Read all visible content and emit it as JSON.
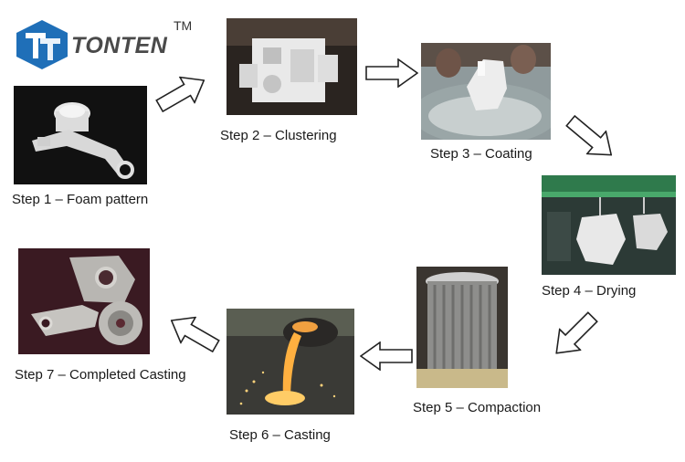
{
  "logo": {
    "text": "TONTEN",
    "trademark": "TM",
    "icon": "tonten-hexagon-logo"
  },
  "steps": [
    {
      "number": 1,
      "label": "Step 1 – Foam pattern"
    },
    {
      "number": 2,
      "label": "Step 2 – Clustering"
    },
    {
      "number": 3,
      "label": "Step 3 – Coating"
    },
    {
      "number": 4,
      "label": "Step 4 – Drying"
    },
    {
      "number": 5,
      "label": "Step 5 – Compaction"
    },
    {
      "number": 6,
      "label": "Step 6 – Casting"
    },
    {
      "number": 7,
      "label": "Step 7 – Completed Casting"
    }
  ],
  "colors": {
    "logo_blue": "#1f6fb8",
    "arrow_outline": "#222222",
    "logo_text": "#4a4a4a"
  }
}
